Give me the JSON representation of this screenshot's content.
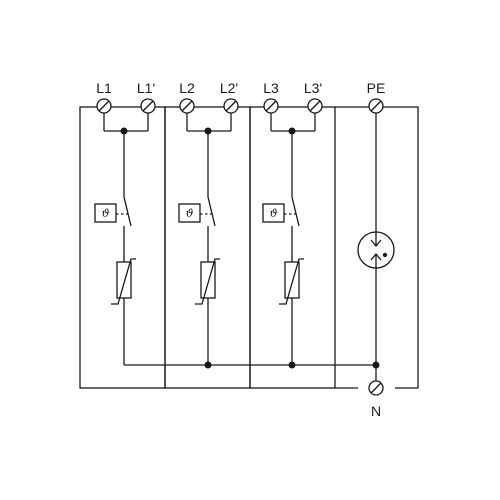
{
  "diagram": {
    "terminals": {
      "l1": "L1",
      "l1p": "L1'",
      "l2": "L2",
      "l2p": "L2'",
      "l3": "L3",
      "l3p": "L3'",
      "pe": "PE",
      "n": "N"
    },
    "thermal_symbol": "ϑ",
    "colors": {
      "line": "#1a1a1a",
      "background": "#ffffff"
    }
  }
}
